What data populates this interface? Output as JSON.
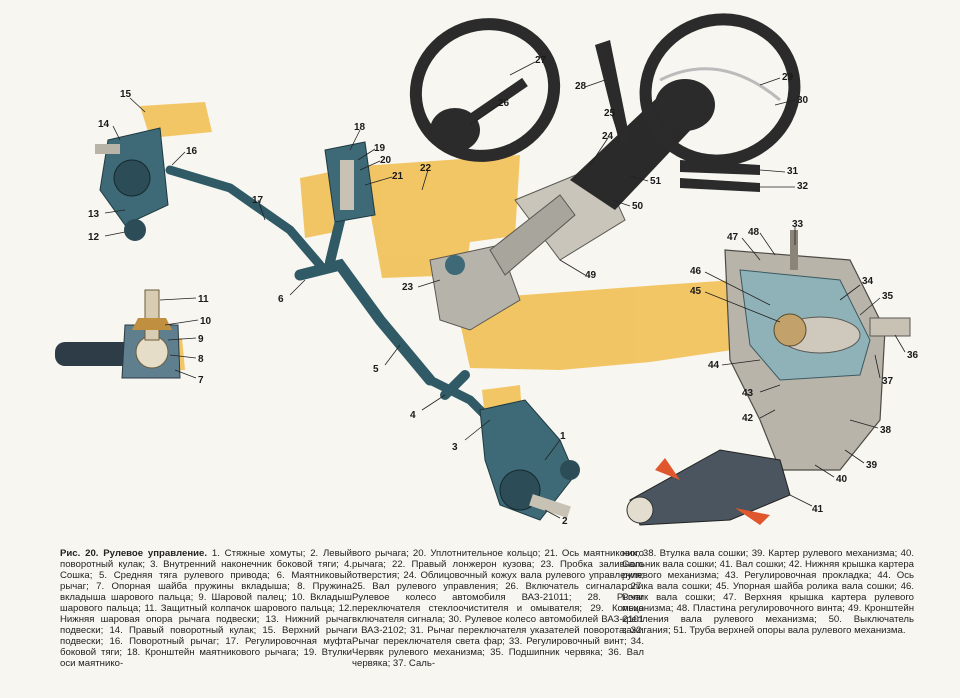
{
  "callouts": [
    {
      "n": "1"
    },
    {
      "n": "2"
    },
    {
      "n": "3"
    },
    {
      "n": "4"
    },
    {
      "n": "5"
    },
    {
      "n": "6"
    },
    {
      "n": "7"
    },
    {
      "n": "8"
    },
    {
      "n": "9"
    },
    {
      "n": "10"
    },
    {
      "n": "11"
    },
    {
      "n": "12"
    },
    {
      "n": "13"
    },
    {
      "n": "14"
    },
    {
      "n": "15"
    },
    {
      "n": "16"
    },
    {
      "n": "17"
    },
    {
      "n": "18"
    },
    {
      "n": "19"
    },
    {
      "n": "20"
    },
    {
      "n": "21"
    },
    {
      "n": "22"
    },
    {
      "n": "23"
    },
    {
      "n": "24"
    },
    {
      "n": "25"
    },
    {
      "n": "26"
    },
    {
      "n": "27"
    },
    {
      "n": "28"
    },
    {
      "n": "29"
    },
    {
      "n": "30"
    },
    {
      "n": "31"
    },
    {
      "n": "32"
    },
    {
      "n": "33"
    },
    {
      "n": "34"
    },
    {
      "n": "35"
    },
    {
      "n": "36"
    },
    {
      "n": "37"
    },
    {
      "n": "38"
    },
    {
      "n": "39"
    },
    {
      "n": "40"
    },
    {
      "n": "41"
    },
    {
      "n": "42"
    },
    {
      "n": "43"
    },
    {
      "n": "44"
    },
    {
      "n": "45"
    },
    {
      "n": "46"
    },
    {
      "n": "47"
    },
    {
      "n": "48"
    },
    {
      "n": "49"
    },
    {
      "n": "50"
    },
    {
      "n": "51"
    }
  ],
  "caption": {
    "title": "Рис. 20. Рулевое управление.",
    "col1": "1. Стяжные хомуты; 2. Левый поворотный кулак; 3. Внутренний наконечник боковой тяги; 4. Сошка; 5. Средняя тяга рулевого привода; 6. Маятниковый рычаг; 7. Опорная шайба пружины вкладыша; 8. Пружина вкладыша шарового пальца; 9. Шаровой палец; 10. Вкладыш шарового пальца; 11. Защитный колпачок шарового пальца; 12. Нижняя шаровая опора рычага подвески; 13. Нижний рычаг подвески; 14. Правый поворотный кулак; 15. Верхний рычаг подвески; 16. Поворотный рычаг; 17. Регулировочная муфта боковой тяги; 18. Кронштейн маятникового рычага; 19. Втулки оси маятнико-",
    "col2": "вого рычага; 20. Уплотнительное кольцо; 21. Ось маятникового рычага; 22. Правый лонжерон кузова; 23. Пробка заливного отверстия; 24. Облицовочный кожух вала рулевого управления; 25. Вал рулевого управления; 26. Включатель сигнала; 27. Рулевое колесо автомобиля ВАЗ-21011; 28. Рычаг переключателя стеклоочистителя и омывателя; 29. Кольцо включателя сигнала; 30. Рулевое колесо автомобилей ВАЗ-2101 и ВАЗ-2102; 31. Рычаг переключателя указателей поворота; 32. Рычаг переключателя света фар; 33. Регулировочный винт; 34. Червяк рулевого механизма; 35. Подшипник червяка; 36. Вал червяка; 37. Саль-",
    "col3": "ник; 38. Втулка вала сошки; 39. Картер рулевого механизма; 40. Сальник вала сошки; 41. Вал сошки; 42. Нижняя крышка картера рулевого механизма; 43. Регулировочная прокладка; 44. Ось ролика вала сошки; 45. Упорная шайба ролика вала сошки; 46. Ролик вала сошки; 47. Верхняя крышка картера рулевого механизма; 48. Пластина регулировочного винта; 49. Кронштейн крепления вала рулевого механизма; 50. Выключатель зажигания; 51. Труба верхней опоры вала рулевого механизма."
  }
}
